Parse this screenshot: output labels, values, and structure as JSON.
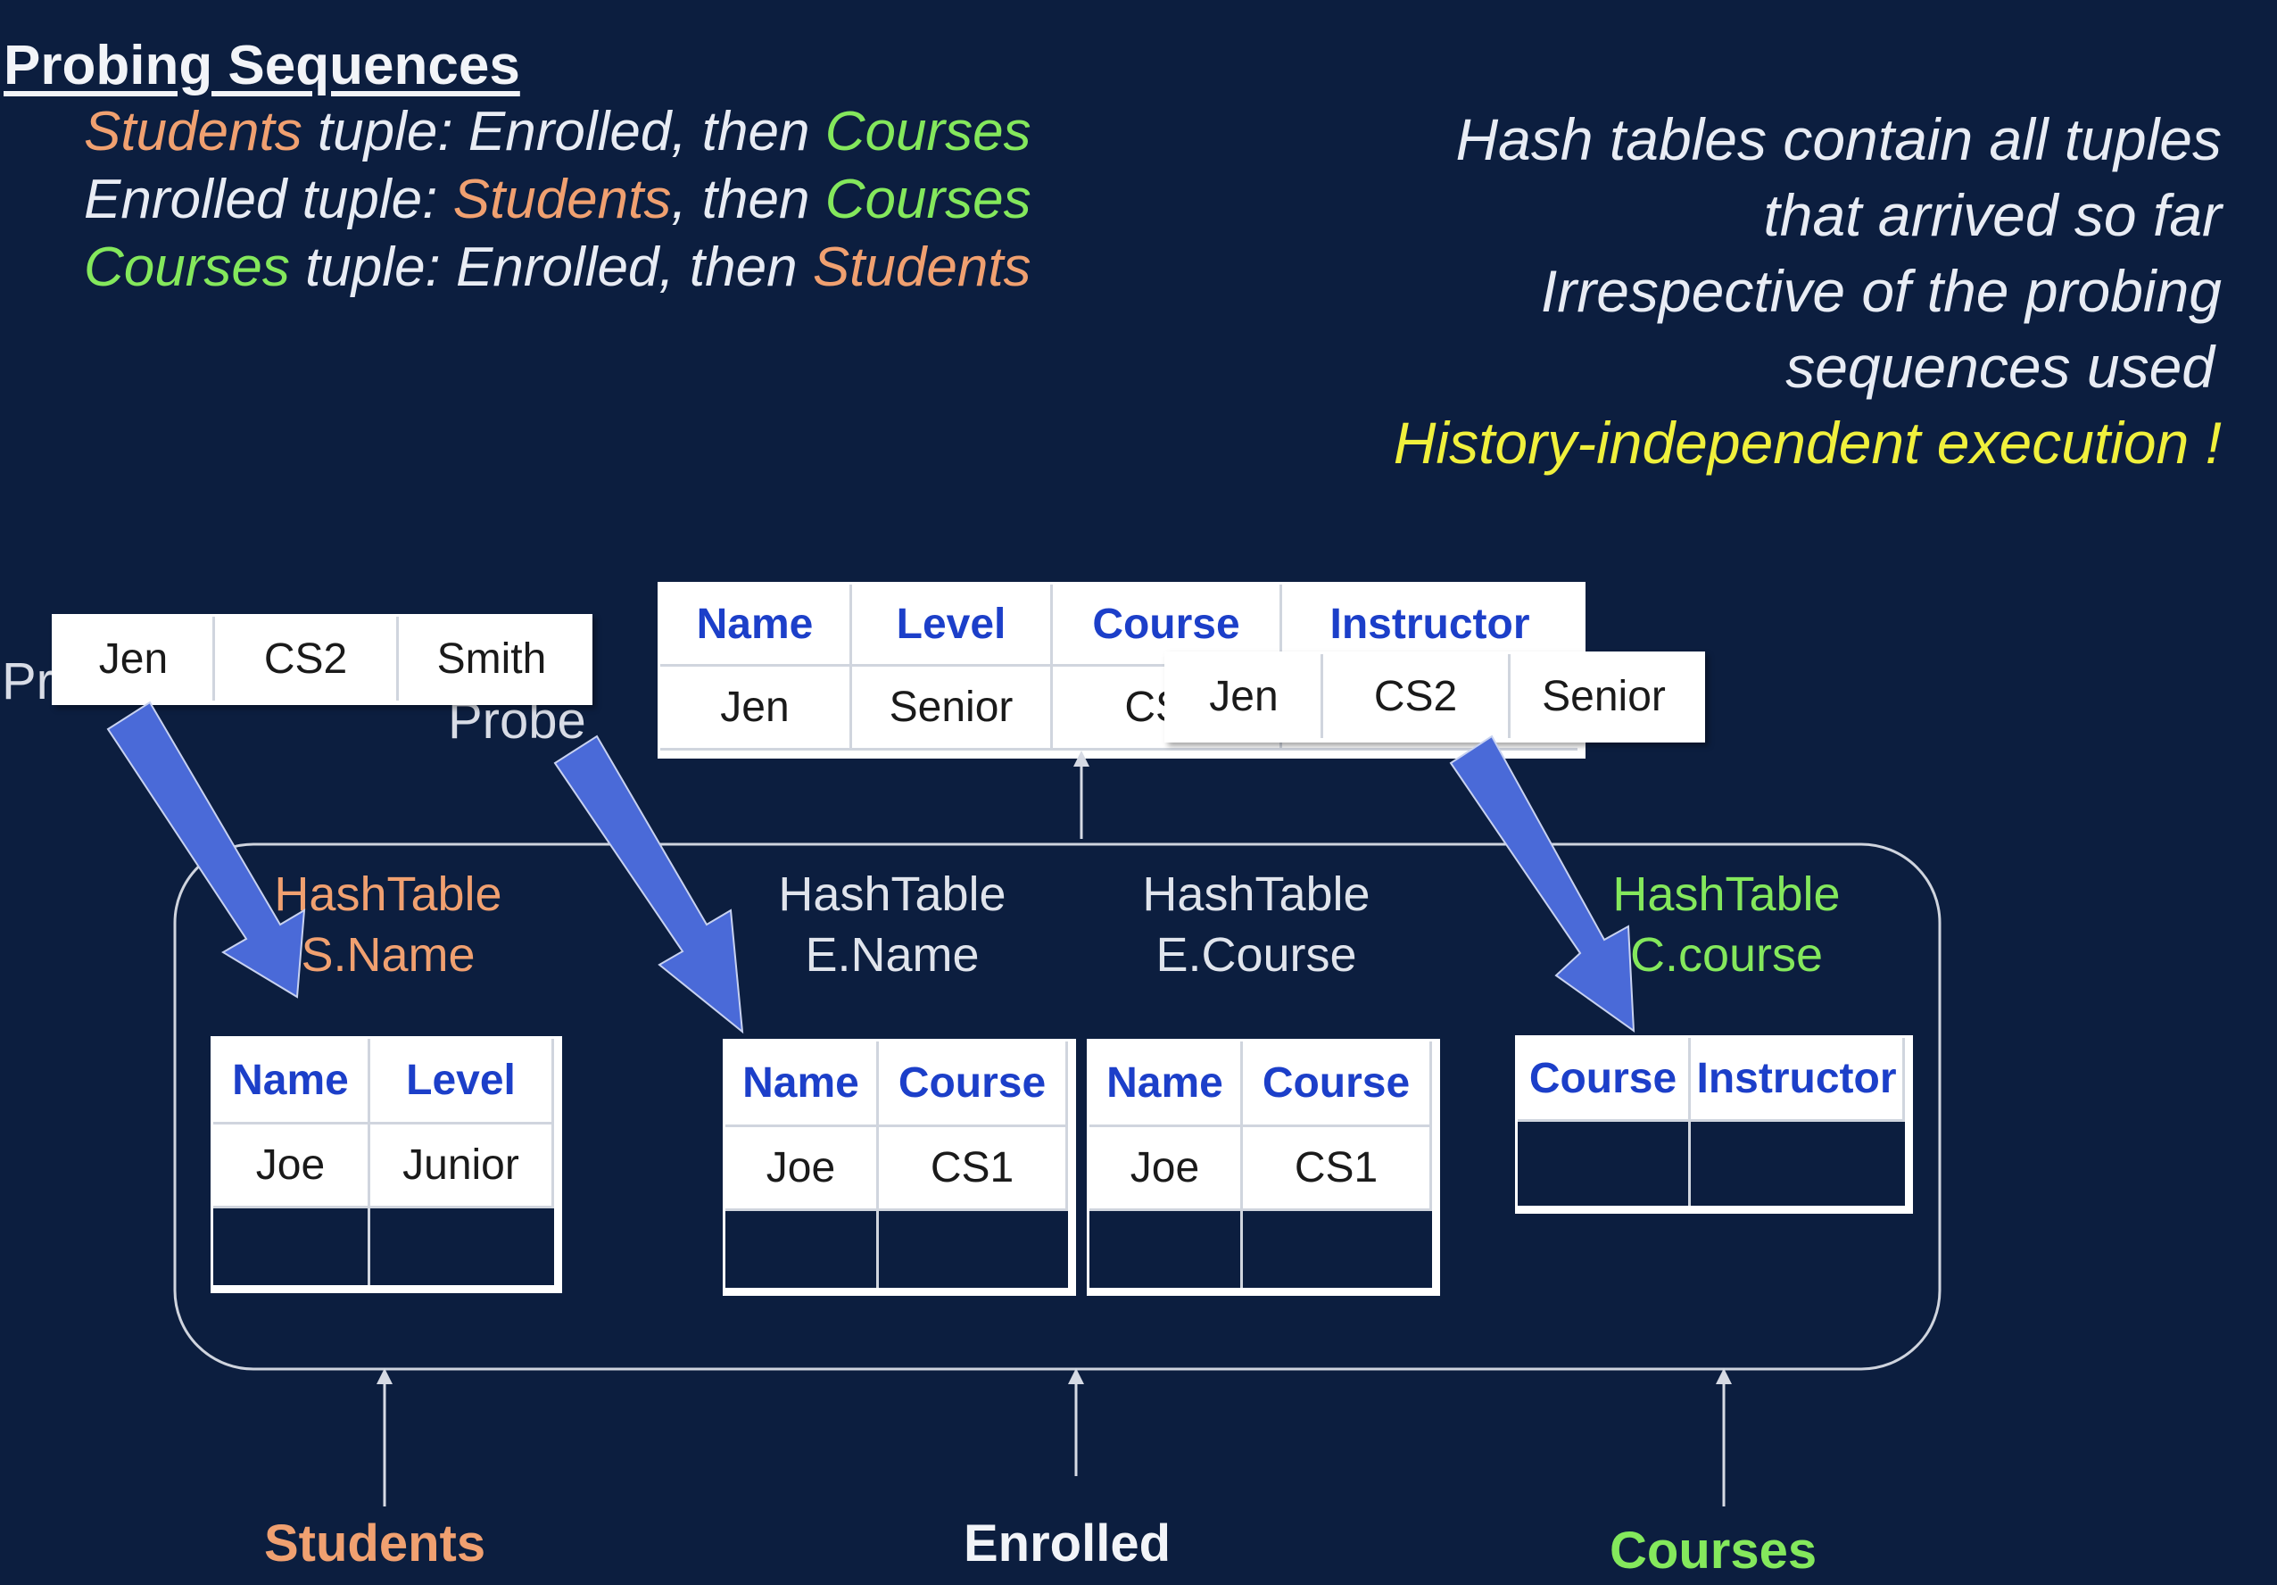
{
  "heading": "Probing Sequences",
  "sequences": [
    {
      "a": "Students",
      "b": " tuple: Enrolled, then ",
      "c": "Courses"
    },
    {
      "a": "Enrolled tuple: ",
      "b": "Students",
      "c": ", then ",
      "d": "Courses"
    },
    {
      "a": "Courses",
      "b": " tuple: Enrolled, then ",
      "c": "Students"
    }
  ],
  "notes": {
    "line1": "Hash tables contain all tuples",
    "line2": "that arrived so far",
    "line3": "Irrespective of the probing",
    "line4": "sequences used",
    "highlight": "History-independent execution !"
  },
  "probe_labels": {
    "left": "Probe",
    "middle": "Probe"
  },
  "incoming_students_tuple": [
    "Jen",
    "CS2",
    "Smith"
  ],
  "incoming_courses_tuple": [
    "Jen",
    "CS2",
    "Senior"
  ],
  "result_table": {
    "headers": [
      "Name",
      "Level",
      "Course",
      "Instructor"
    ],
    "row": [
      "Jen",
      "Senior",
      "CS2",
      ""
    ]
  },
  "hashtables": [
    {
      "line1": "HashTable",
      "line2": "S.Name",
      "headers": [
        "Name",
        "Level"
      ],
      "row": [
        "Joe",
        "Junior"
      ]
    },
    {
      "line1": "HashTable",
      "line2": "E.Name",
      "headers": [
        "Name",
        "Course"
      ],
      "row": [
        "Joe",
        "CS1"
      ]
    },
    {
      "line1": "HashTable",
      "line2": "E.Course",
      "headers": [
        "Name",
        "Course"
      ],
      "row": [
        "Joe",
        "CS1"
      ]
    },
    {
      "line1": "HashTable",
      "line2": "C.course",
      "headers": [
        "Course",
        "Instructor"
      ],
      "row": []
    }
  ],
  "sources": {
    "students": "Students",
    "enrolled": "Enrolled",
    "courses": "Courses"
  },
  "colors": {
    "background": "#0c1e3f",
    "students": "#f0a070",
    "courses": "#84e85c",
    "highlight": "#f0f03c",
    "header_text": "#1c3fc9",
    "probe_arrow": "#4a6ad8"
  }
}
